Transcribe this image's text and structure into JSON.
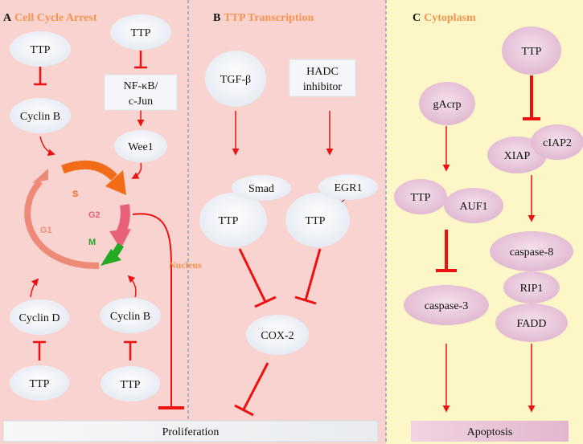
{
  "panels": {
    "a": {
      "letter": "A",
      "title": "Cell Cycle Arrest"
    },
    "b": {
      "letter": "B",
      "title": "TTP Transcription"
    },
    "c": {
      "letter": "C",
      "title": "Cytoplasm"
    }
  },
  "nodes": {
    "ttp_a1": "TTP",
    "cyclin_b_top": "Cyclin B",
    "ttp_a2": "TTP",
    "nfkb_line1": "NF-κB/",
    "nfkb_line2": "c-Jun",
    "wee1": "Wee1",
    "cyclin_d": "Cyclin D",
    "cyclin_b_bottom": "Cyclin B",
    "ttp_a3": "TTP",
    "ttp_a4": "TTP",
    "tgf_beta": "TGF-β",
    "hadc_line1": "HADC",
    "hadc_line2": "inhibitor",
    "smad": "Smad",
    "egr1": "EGR1",
    "ttp_b1": "TTP",
    "ttp_b2": "TTP",
    "cox2": "COX-2",
    "ttp_c1": "TTP",
    "gacrp": "gAcrp",
    "ciap2": "cIAP2",
    "xiap": "XIAP",
    "ttp_c2": "TTP",
    "auf1": "AUF1",
    "caspase8": "caspase-8",
    "rip1": "RIP1",
    "caspase3": "caspase-3",
    "fadd": "FADD"
  },
  "cycle": {
    "s": "S",
    "g2": "G2",
    "g1": "G1",
    "m": "M"
  },
  "nucleus_label": "Nucleus",
  "outcomes": {
    "proliferation": "Proliferation",
    "apoptosis": "Apoptosis"
  },
  "colors": {
    "nucleus_bg": "#f8d3d0",
    "cytoplasm_bg": "#fdf7c7",
    "title_orange": "#f4944f",
    "inhibit_red": "#ee1111",
    "node_white": "#edf1f8",
    "node_pink": "#eac8de",
    "s_arrow": "#f26b16",
    "g2_arrow": "#e8607a",
    "m_arrow": "#22aa22",
    "g1_arrow": "#ee8a78",
    "apoptosis_box": "#eac2d8"
  }
}
